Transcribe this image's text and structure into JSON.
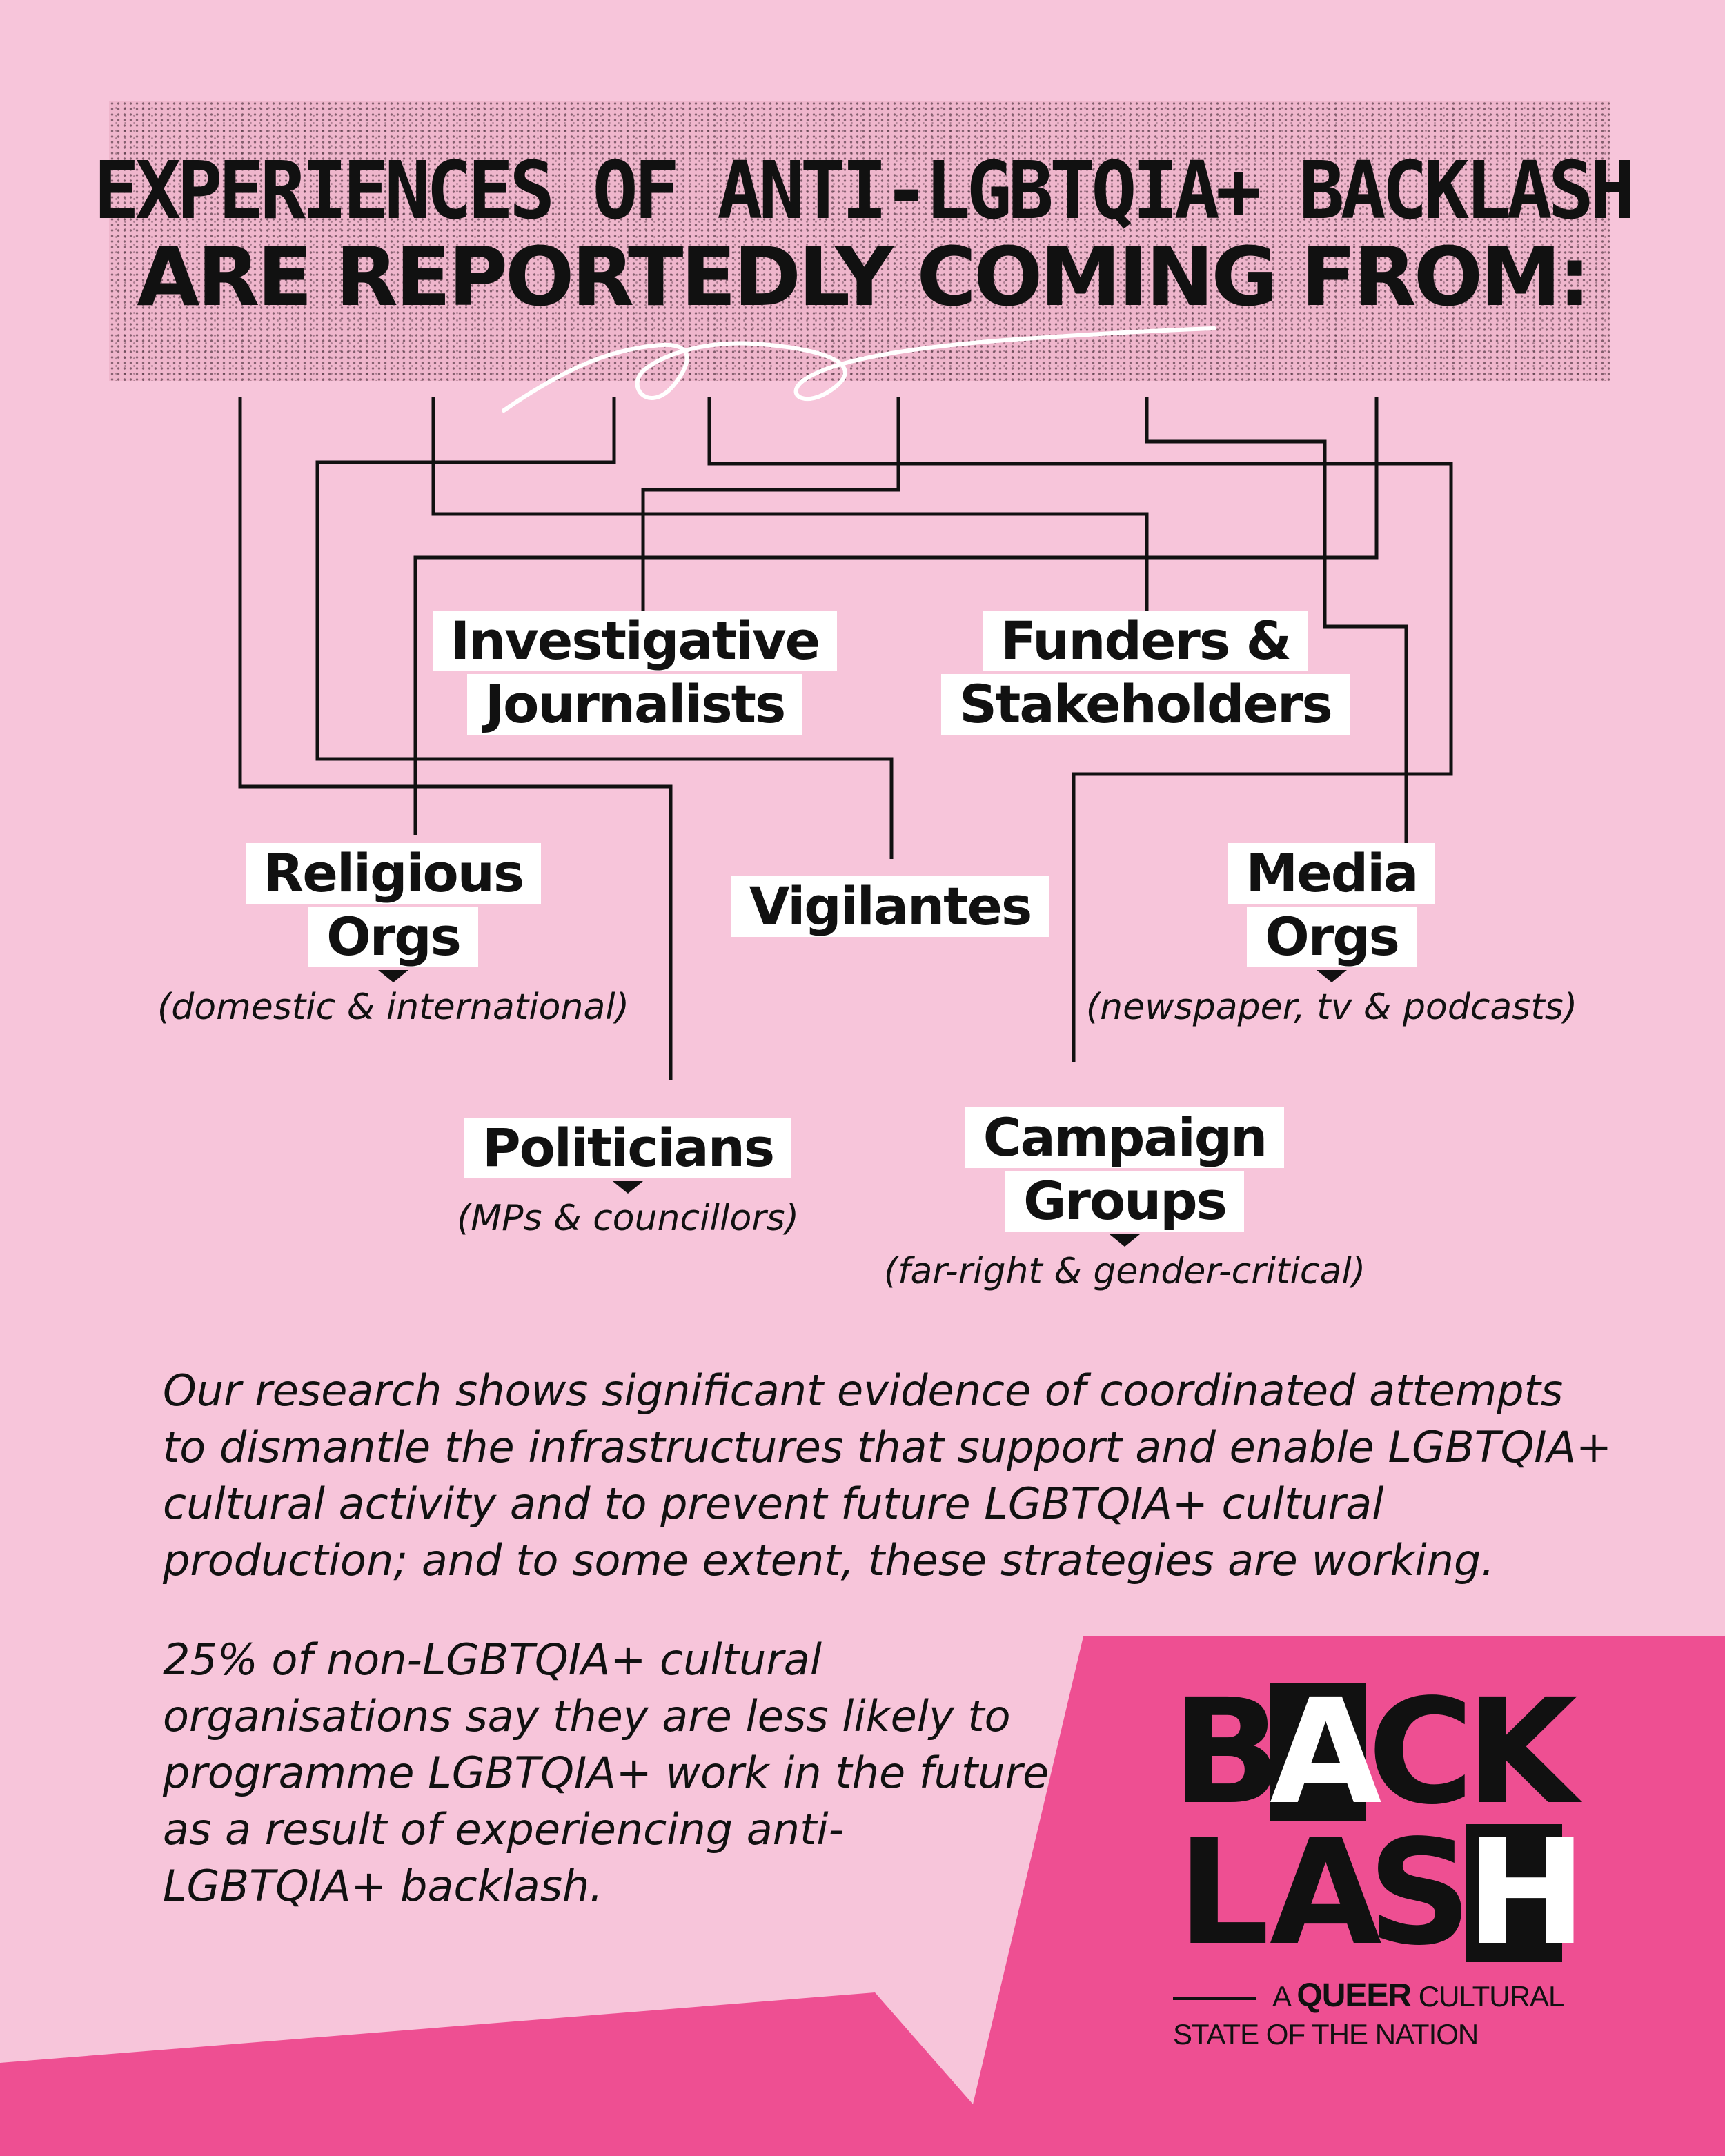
{
  "header": {
    "line1": "EXPERIENCES OF ANTI-LGBTQIA+ BACKLASH",
    "line2": "ARE REPORTEDLY COMING FROM:"
  },
  "sources": {
    "investigative_journalists": {
      "line1": "Investigative",
      "line2": "Journalists"
    },
    "funders_stakeholders": {
      "line1": "Funders &",
      "line2": "Stakeholders"
    },
    "religious_orgs": {
      "line1": "Religious",
      "line2": "Orgs",
      "note": "(domestic & international)"
    },
    "vigilantes": {
      "line1": "Vigilantes"
    },
    "media_orgs": {
      "line1": "Media",
      "line2": "Orgs",
      "note": "(newspaper, tv & podcasts)"
    },
    "politicians": {
      "line1": "Politicians",
      "note": "(MPs & councillors)"
    },
    "campaign_groups": {
      "line1": "Campaign",
      "line2": "Groups",
      "note": "(far-right & gender-critical)"
    }
  },
  "body": {
    "paragraph1": "Our research shows significant evidence of coordinated attempts to dismantle the infrastructures that support and enable LGBTQIA+ cultural activity and to prevent future LGBTQIA+ cultural production; and to some extent, these strategies are working.",
    "paragraph2": "25% of non-LGBTQIA+ cultural organisations say they are less likely to programme LGBTQIA+ work in the future as a result of experiencing anti-LGBTQIA+ backlash."
  },
  "logo": {
    "letters_row1": [
      "B",
      "A",
      "C",
      "K"
    ],
    "letters_row2": [
      "L",
      "A",
      "S",
      "H"
    ],
    "tagline_prefix": "A",
    "tagline_emphasis": "QUEER",
    "tagline_suffix": "CULTURAL",
    "tagline_line2": "STATE OF THE NATION"
  },
  "colors": {
    "background": "#f7c5da",
    "accent": "#ee4f92",
    "header_texture": "#efb6cc",
    "ink": "#111111"
  }
}
